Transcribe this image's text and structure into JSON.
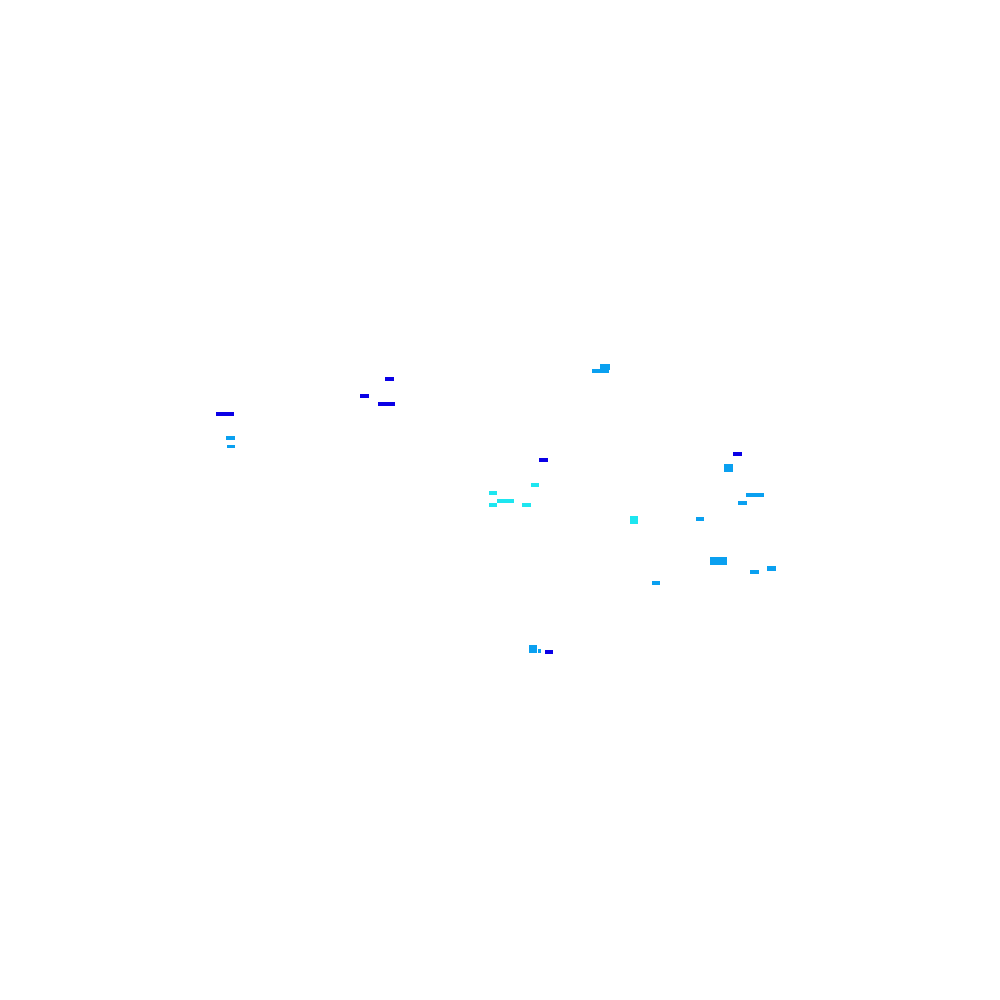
{
  "colors": {
    "background": "#ffffff",
    "blue": "#0a00e6",
    "sky": "#0aa0f0",
    "cyan": "#1ee6f0"
  },
  "fragment_colors": [
    "blue",
    "blue",
    "blue",
    "blue",
    "sky",
    "sky",
    "sky",
    "sky",
    "blue",
    "cyan",
    "cyan",
    "cyan",
    "cyan",
    "cyan",
    "cyan",
    "cyan",
    "sky",
    "blue",
    "sky",
    "sky",
    "sky",
    "sky",
    "sky",
    "sky",
    "sky",
    "sky",
    "sky",
    "blue"
  ]
}
